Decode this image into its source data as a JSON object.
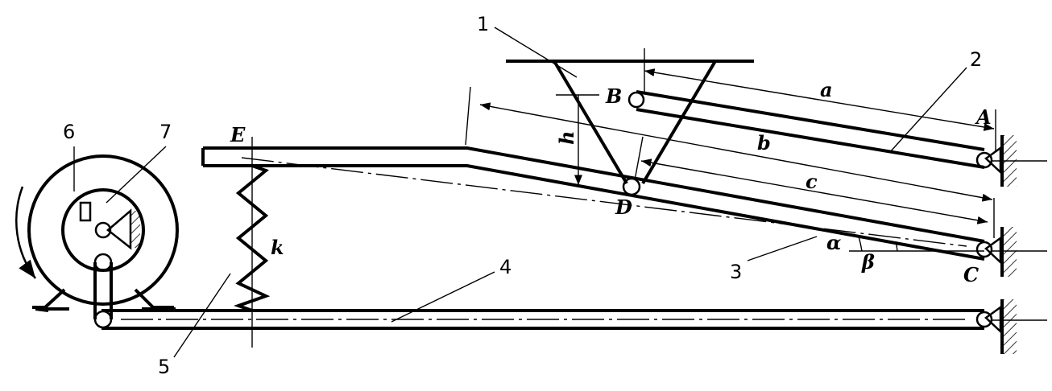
{
  "diagram": {
    "part_numbers": [
      "1",
      "2",
      "3",
      "4",
      "5",
      "6",
      "7"
    ],
    "point_labels": {
      "A": "A",
      "B": "B",
      "C": "C",
      "D": "D",
      "E": "E"
    },
    "dimension_labels": {
      "a": "a",
      "b": "b",
      "c": "c",
      "h": "h",
      "k": "k"
    },
    "angle_labels": {
      "alpha": "α",
      "beta": "β"
    }
  }
}
